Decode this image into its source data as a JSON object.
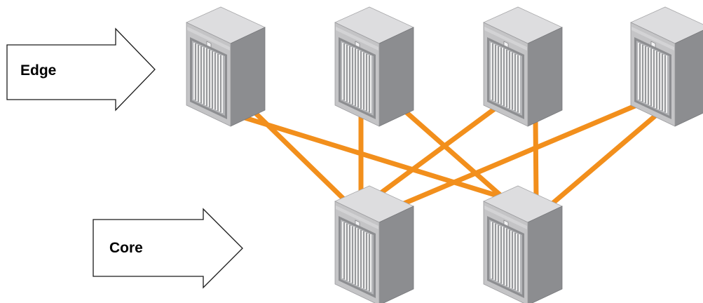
{
  "tiers": {
    "edge": {
      "label": "Edge",
      "switches": [
        "edge-switch-1",
        "edge-switch-2",
        "edge-switch-3",
        "edge-switch-4"
      ]
    },
    "core": {
      "label": "Core",
      "switches": [
        "core-switch-1",
        "core-switch-2"
      ]
    }
  },
  "links": [
    [
      "edge-switch-1",
      "core-switch-1"
    ],
    [
      "edge-switch-1",
      "core-switch-2"
    ],
    [
      "edge-switch-2",
      "core-switch-1"
    ],
    [
      "edge-switch-2",
      "core-switch-2"
    ],
    [
      "edge-switch-3",
      "core-switch-1"
    ],
    [
      "edge-switch-3",
      "core-switch-2"
    ],
    [
      "edge-switch-4",
      "core-switch-1"
    ],
    [
      "edge-switch-4",
      "core-switch-2"
    ]
  ],
  "colors": {
    "link": "#f28f1c",
    "switch_front": "#c4c4c6",
    "switch_side": "#8c8d90",
    "switch_top": "#dddddf",
    "arrow_stroke": "#1a1a1a",
    "label_text": "#000000"
  },
  "icons": {
    "switch": "network-switch-icon",
    "tier_arrow": "right-arrow-icon"
  }
}
